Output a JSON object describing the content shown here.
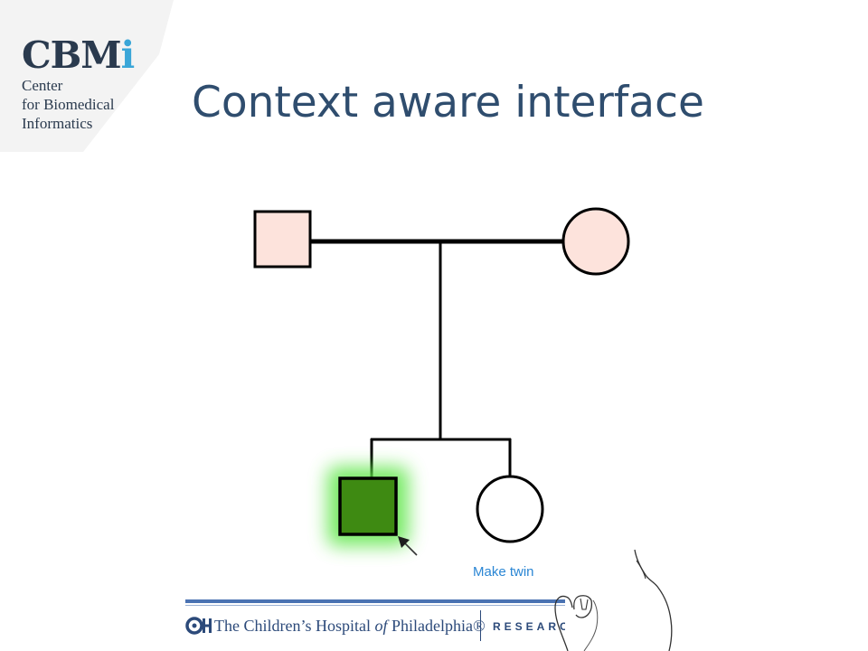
{
  "logo": {
    "mark_main": "CBM",
    "mark_accent": "i",
    "line1": "Center",
    "line2": "for Biomedical",
    "line3": "Informatics"
  },
  "title": "Context aware interface",
  "pedigree": {
    "parent_fill": "#fde3dc",
    "selected_fill": "#3e8a12",
    "glow_color": "#5fe64a",
    "stroke_color": "#000000",
    "individuals": [
      {
        "role": "father",
        "shape": "square",
        "selected": false
      },
      {
        "role": "mother",
        "shape": "circle",
        "selected": false
      },
      {
        "role": "son",
        "shape": "square",
        "selected": true
      },
      {
        "role": "daughter",
        "shape": "circle",
        "selected": false
      }
    ],
    "context_menu": {
      "option": "Make twin"
    }
  },
  "footer": {
    "hospital_part1": "The Children’s Hospital ",
    "hospital_of": "of",
    "hospital_part2": " Philadelphia®",
    "research": "RESEARCH",
    "brand_color": "#2c4a7a"
  },
  "icons": [
    "chop-logo-icon",
    "mouse-cursor-icon",
    "hand-pointer-icon"
  ]
}
